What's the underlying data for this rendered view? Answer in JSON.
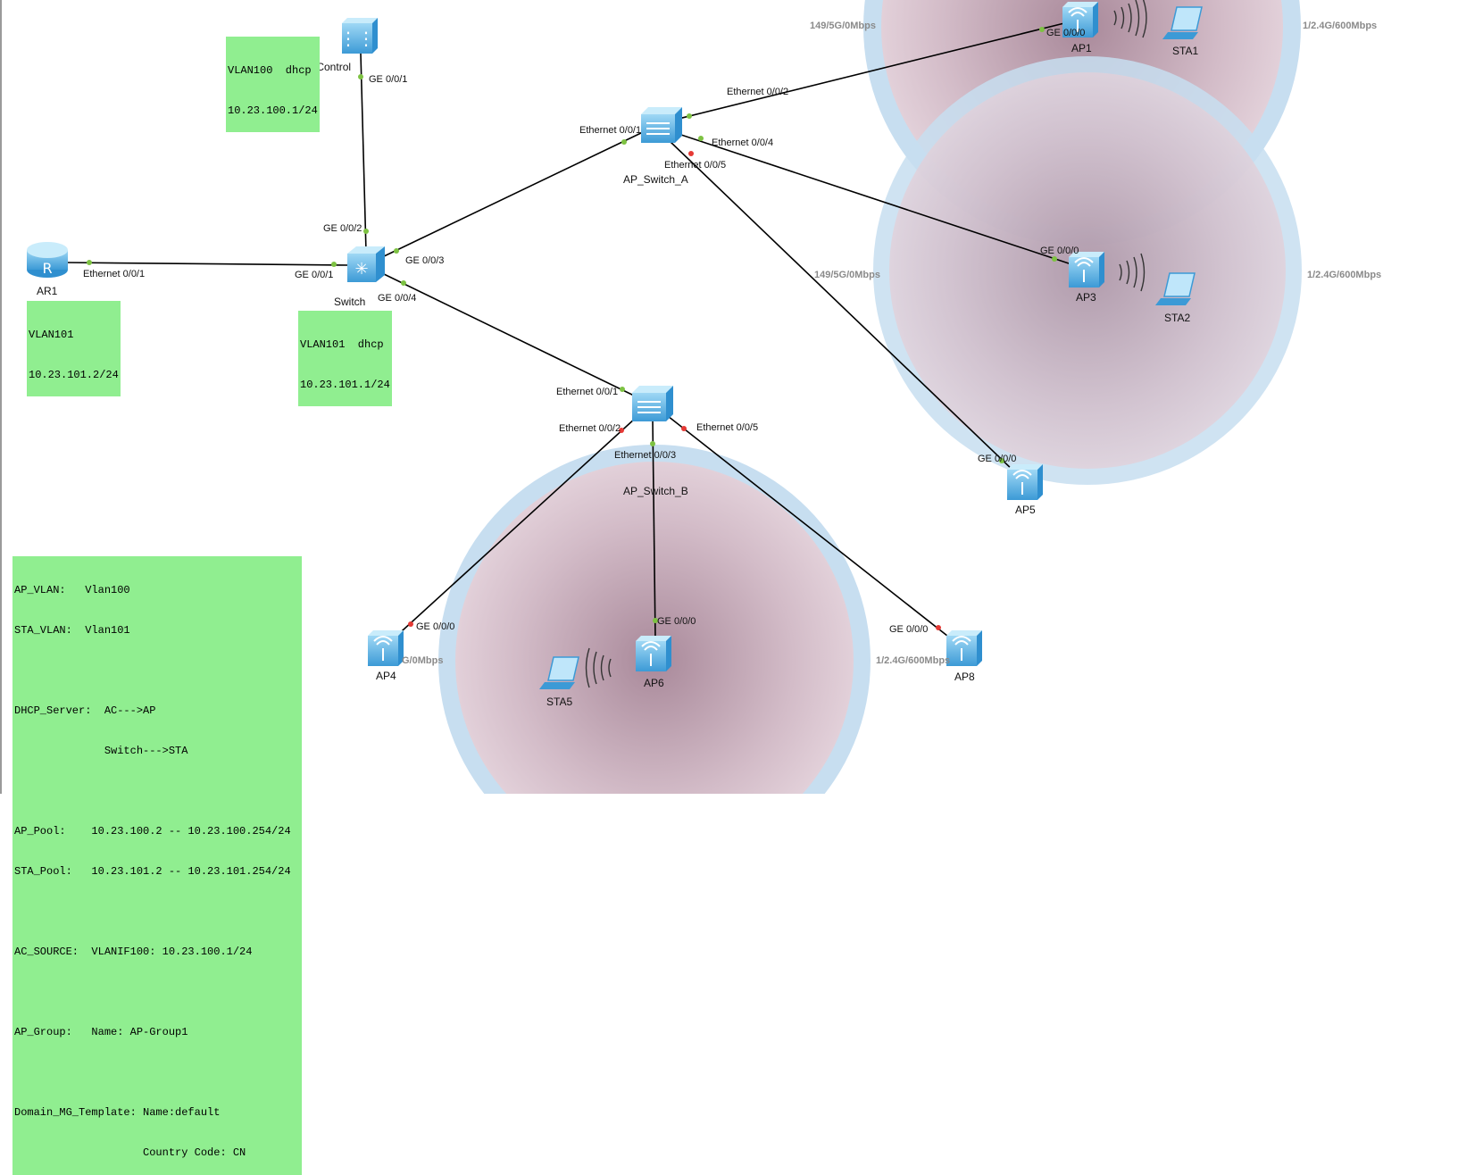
{
  "colors": {
    "link": "#000000",
    "port_up": "#7dc242",
    "port_down": "#e53935",
    "coverage_ring": "#bcd9ee",
    "coverage_fill": "#b48a9c",
    "note_bg": "#90ee90",
    "device_blue": "#5fb8e8"
  },
  "devices": {
    "ac": {
      "label": "AC_Control",
      "icon": "ac-controller-icon"
    },
    "switch": {
      "label": "Switch",
      "icon": "core-switch-icon"
    },
    "ar1": {
      "label": "AR1",
      "icon": "router-icon"
    },
    "sw_a": {
      "label": "AP_Switch_A",
      "icon": "access-switch-icon"
    },
    "sw_b": {
      "label": "AP_Switch_B",
      "icon": "access-switch-icon"
    },
    "ap1": {
      "label": "AP1",
      "icon": "access-point-icon"
    },
    "ap3": {
      "label": "AP3",
      "icon": "access-point-icon"
    },
    "ap4": {
      "label": "AP4",
      "icon": "access-point-icon"
    },
    "ap5": {
      "label": "AP5",
      "icon": "access-point-icon"
    },
    "ap6": {
      "label": "AP6",
      "icon": "access-point-icon"
    },
    "ap8": {
      "label": "AP8",
      "icon": "access-point-icon"
    },
    "sta1": {
      "label": "STA1",
      "icon": "laptop-icon"
    },
    "sta2": {
      "label": "STA2",
      "icon": "laptop-icon"
    },
    "sta5": {
      "label": "STA5",
      "icon": "laptop-icon"
    }
  },
  "ports": {
    "ac_ge001": "GE 0/0/1",
    "sw_ge002": "GE 0/0/2",
    "sw_ge001": "GE 0/0/1",
    "sw_ge003": "GE 0/0/3",
    "sw_ge004": "GE 0/0/4",
    "ar1_eth001": "Ethernet 0/0/1",
    "swa_eth001": "Ethernet 0/0/1",
    "swa_eth002": "Ethernet 0/0/2",
    "swa_eth004": "Ethernet 0/0/4",
    "swa_eth005": "Ethernet 0/0/5",
    "swb_eth001": "Ethernet 0/0/1",
    "swb_eth002": "Ethernet 0/0/2",
    "swb_eth003": "Ethernet 0/0/3",
    "swb_eth005": "Ethernet 0/0/5",
    "ap1_ge000": "GE 0/0/0",
    "ap3_ge000": "GE 0/0/0",
    "ap5_ge000": "GE 0/0/0",
    "ap4_ge000": "GE 0/0/0",
    "ap6_ge000": "GE 0/0/0",
    "ap8_ge000": "GE 0/0/0"
  },
  "rates": {
    "top_left": "149/5G/0Mbps",
    "top_right": "1/2.4G/600Mbps",
    "mid_left": "149/5G/0Mbps",
    "mid_right": "1/2.4G/600Mbps",
    "bottom_left": "G/0Mbps",
    "bottom_right": "1/2.4G/600Mbps"
  },
  "notes": {
    "ac_note": [
      "VLAN100  dhcp",
      "10.23.100.1/24"
    ],
    "switch_note": [
      "VLAN101  dhcp",
      "10.23.101.1/24"
    ],
    "ar1_note": [
      "VLAN101",
      "10.23.101.2/24"
    ],
    "config_note": [
      "AP_VLAN:   Vlan100",
      "STA_VLAN:  Vlan101",
      "",
      "DHCP_Server:  AC--->AP",
      "              Switch--->STA",
      "",
      "AP_Pool:    10.23.100.2 -- 10.23.100.254/24",
      "STA_Pool:   10.23.101.2 -- 10.23.101.254/24",
      "",
      "AC_SOURCE:  VLANIF100: 10.23.100.1/24",
      "",
      "AP_Group:   Name: AP-Group1",
      "",
      "Domain_MG_Template: Name:default",
      "                    Country Code: CN"
    ]
  }
}
